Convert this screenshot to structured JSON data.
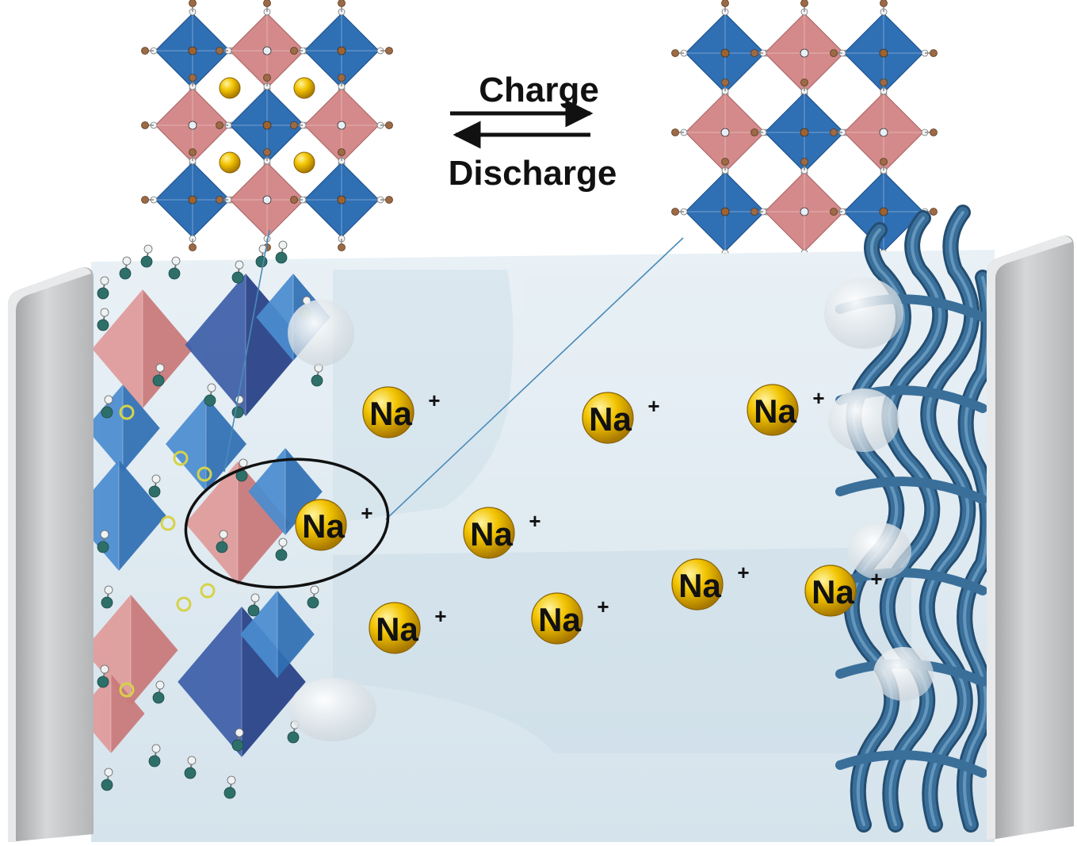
{
  "process": {
    "forward_label": "Charge",
    "reverse_label": "Discharge"
  },
  "ion": {
    "symbol": "Na",
    "charge": "+",
    "count_in_cell": 9
  },
  "colors": {
    "octahedron_blue": "#2f6fb4",
    "octahedron_pink": "#d48a8a",
    "sodium_gold": "#e8b400",
    "electrolyte": "#dfeaf1",
    "current_collector": "#c9cacc",
    "anode_ribbon": "#3a6f9a"
  },
  "icons": {
    "charge_arrow": "right-arrow-icon",
    "discharge_arrow": "left-arrow-icon"
  }
}
